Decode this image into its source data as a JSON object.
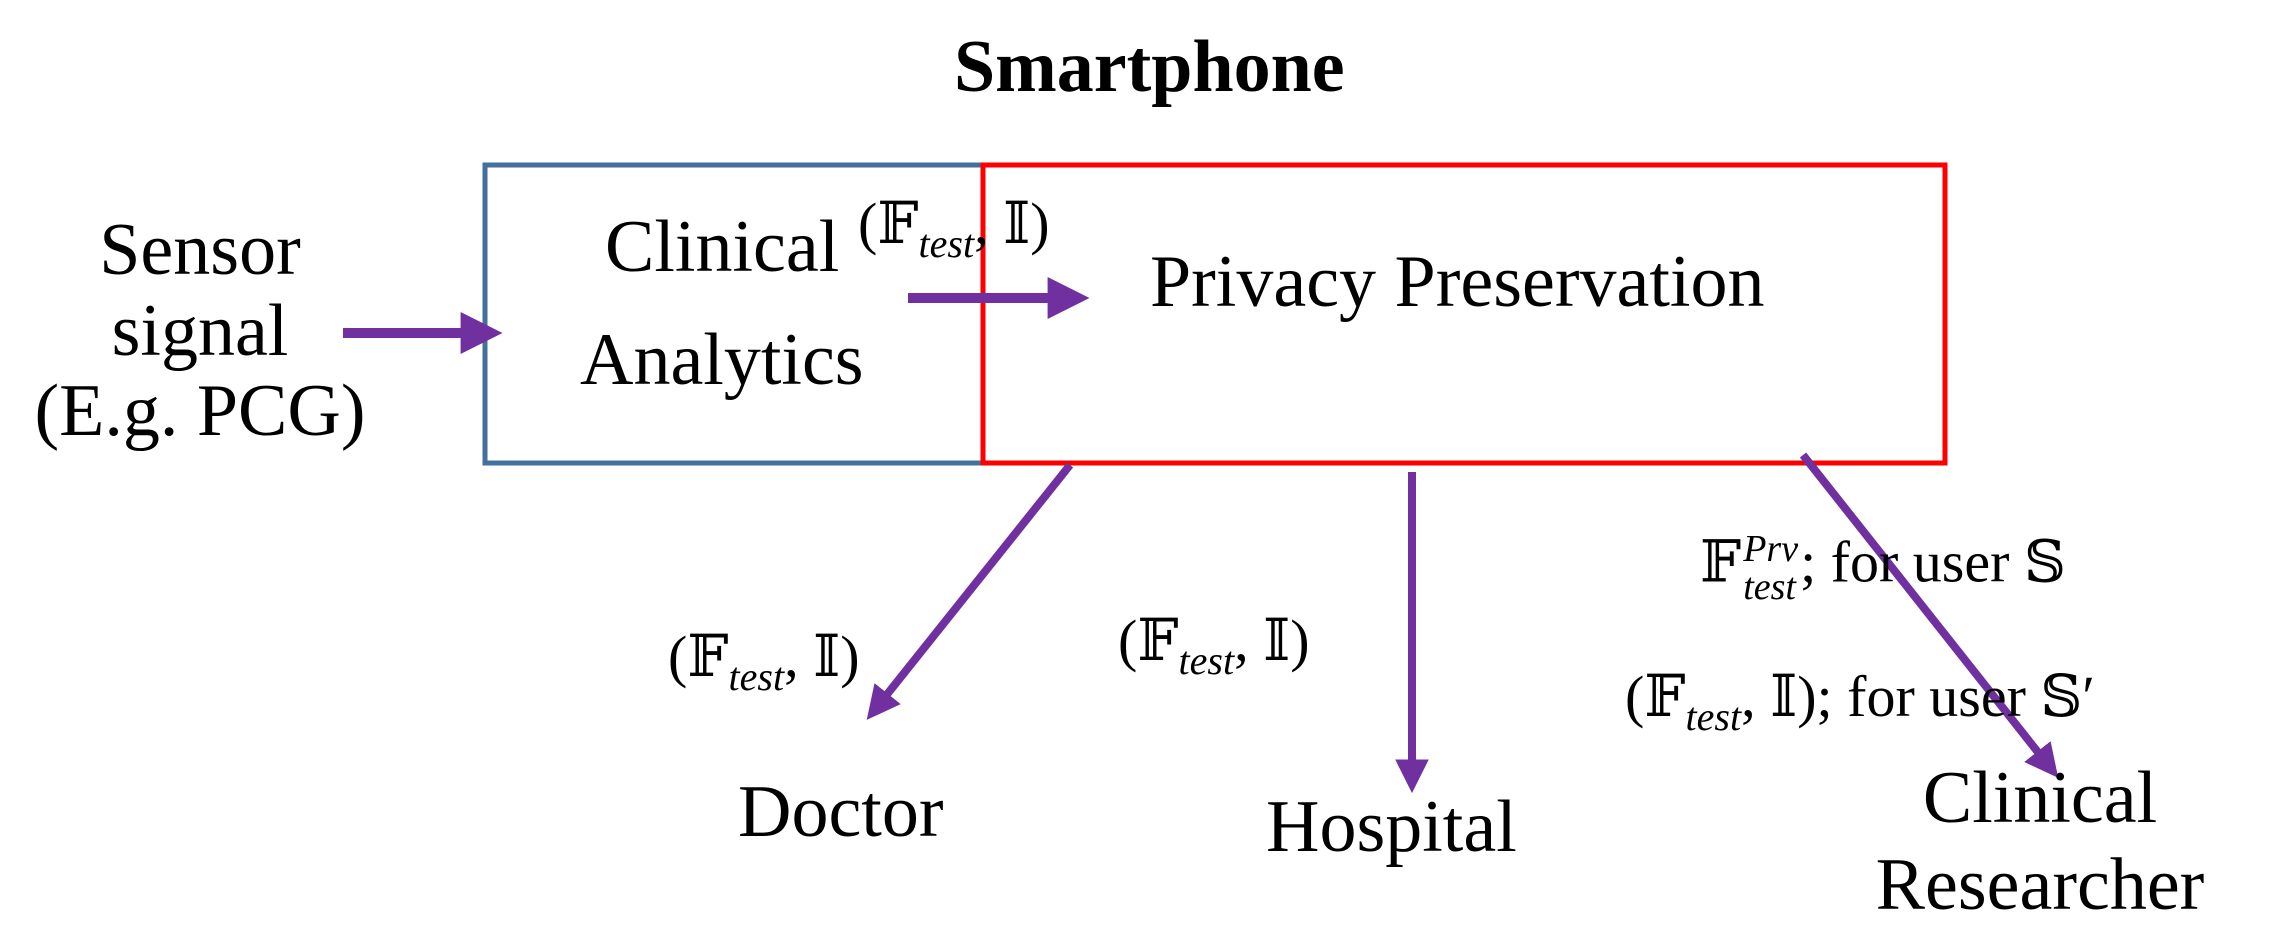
{
  "diagram": {
    "title": "Smartphone",
    "nodes": {
      "sensor": {
        "lines": [
          "Sensor",
          "signal",
          "(E.g. PCG)"
        ]
      },
      "clinical_analytics": {
        "lines": [
          "Clinical",
          "Analytics"
        ]
      },
      "privacy_preservation": {
        "label": "Privacy Preservation"
      },
      "doctor": {
        "label": "Doctor"
      },
      "hospital": {
        "label": "Hospital"
      },
      "researcher": {
        "lines": [
          "Clinical",
          "Researcher"
        ]
      }
    },
    "symbols": {
      "F": "𝔽",
      "I": "𝕀",
      "S": "𝕊",
      "test": "test",
      "prv": "Prv",
      "prime": "′"
    },
    "edge_labels": {
      "for_user": "; for user "
    },
    "colors": {
      "arrow": "#7030a0",
      "analytics_box": "#41719c",
      "privacy_box": "#ff0000",
      "text": "#000000"
    }
  }
}
